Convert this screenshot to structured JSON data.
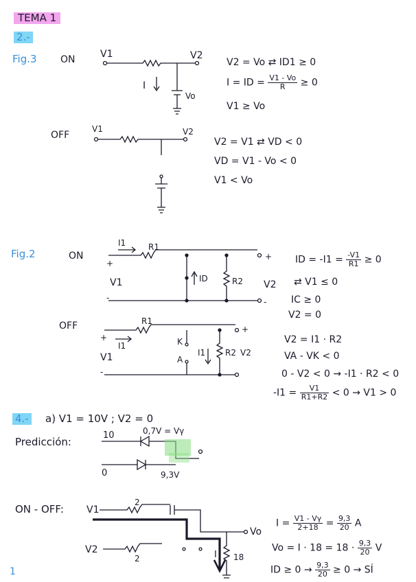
{
  "header": {
    "title": "TEMA 1",
    "section": "2.-",
    "section4": "4.-",
    "page_number": "1"
  },
  "fig3": {
    "label": "Fig.3",
    "on": "ON",
    "off": "OFF",
    "node_v1": "V1",
    "node_v2": "V2",
    "node_vo": "Vo",
    "current": "I",
    "on_eq1": "V2 = Vo ⇄ ID1 ≥ 0",
    "on_eq2_lhs": "I = ID =",
    "on_eq2_num": "V1 - Vo",
    "on_eq2_den": "R",
    "on_eq2_rhs": "≥ 0",
    "on_eq3": "V1 ≥ Vo",
    "off_eq1": "V2 = V1 ⇄ VD < 0",
    "off_eq2": "VD = V1 - Vo < 0",
    "off_eq3": "V1 < Vo"
  },
  "fig2": {
    "label": "Fig.2",
    "on": "ON",
    "off": "OFF",
    "i1": "I1",
    "r1": "R1",
    "r2": "R2",
    "v1": "V1",
    "v2": "V2",
    "id": "ID",
    "k": "K",
    "a": "A",
    "plus": "+",
    "minus": "-",
    "on_eq1_lhs": "ID = -I1 =",
    "on_eq1_num": "-V1",
    "on_eq1_den": "R1",
    "on_eq1_rhs": "≥ 0",
    "on_eq2": "⇄ V1 ≤ 0",
    "on_eq3": "IC ≥ 0",
    "on_eq4": "V2 = 0",
    "off_eq1": "V2 = I1 · R2",
    "off_eq2": "VA - VK < 0",
    "off_eq3": "0 - V2 < 0 → -I1 · R2 < 0",
    "off_eq4_lhs": "-I1 =",
    "off_eq4_num": "V1",
    "off_eq4_den": "R1+R2",
    "off_eq4_rhs": "< 0 → V1 > 0"
  },
  "section4": {
    "case": "a) V1 = 10V ; V2 = 0",
    "prediction": "Predicción:",
    "in10": "10",
    "in0": "0",
    "vdiode": "0,7V = Vγ",
    "vout": "9,3V",
    "onoff": "ON - OFF:",
    "v1": "V1",
    "v2": "V2",
    "r_top": "2",
    "r_bot": "2",
    "r_load": "18",
    "vo": "Vo",
    "i": "I",
    "eq1_lhs": "I =",
    "eq1_num1": "V1 - Vγ",
    "eq1_den1": "2+18",
    "eq1_eq": "=",
    "eq1_num2": "9,3",
    "eq1_den2": "20",
    "eq1_unit": "A",
    "eq2_lhs": "Vo = I · 18 = 18 ·",
    "eq2_num": "9,3",
    "eq2_den": "20",
    "eq2_unit": "V",
    "eq3_lhs": "ID ≥ 0 →",
    "eq3_num": "9,3",
    "eq3_den": "20",
    "eq3_rhs": "≥ 0 → SÍ"
  },
  "colors": {
    "ink": "#1a1a2a",
    "pink_highlight": "#f3a6ee",
    "blue_highlight": "#7fd6f5",
    "blue_ink": "#3a8fd8",
    "green_highlight": "#8fe08a"
  }
}
